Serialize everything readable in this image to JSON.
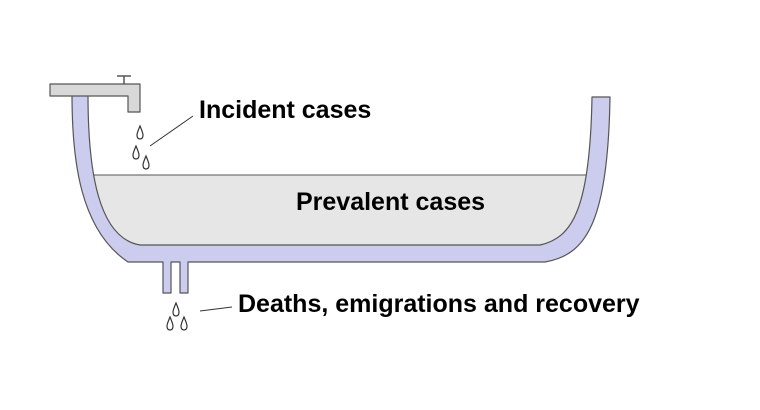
{
  "labels": {
    "incident": "Incident cases",
    "prevalent": "Prevalent cases",
    "outflow": "Deaths, emigrations and recovery"
  },
  "colors": {
    "tub": "#ccccee",
    "water": "#e6e6e6",
    "faucet": "#d8d8d8",
    "outline": "#555555"
  }
}
